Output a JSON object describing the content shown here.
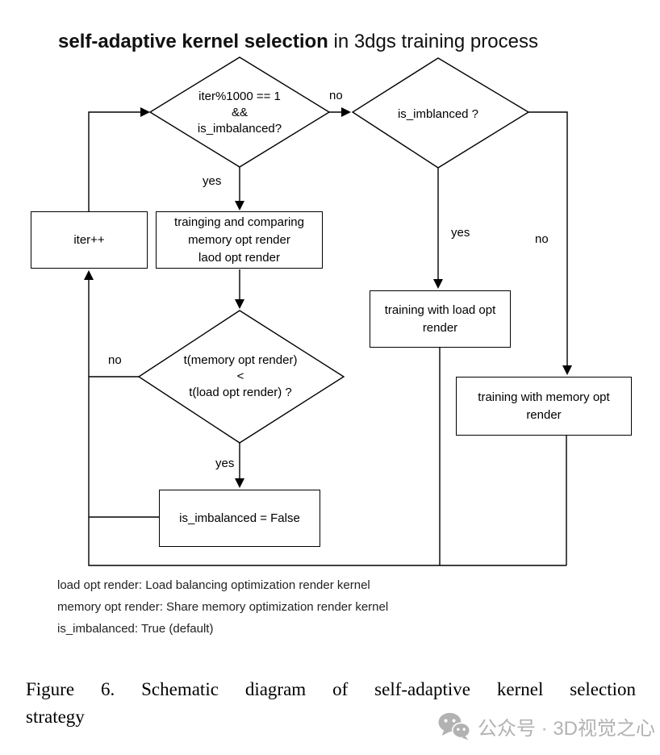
{
  "title": {
    "emphasis": "self-adaptive kernel selection",
    "rest": " in 3dgs training process"
  },
  "nodes": {
    "cond_iter": "iter%1000 == 1\n&&\nis_imbalanced?",
    "cond_imbalanced": "is_imblanced ?",
    "iter_increment": "iter++",
    "train_compare": "trainging and comparing\nmemory opt render\nlaod opt render",
    "cond_time": "t(memory opt render)\n<\nt(load opt render) ?",
    "train_load": "training with load opt\nrender",
    "train_memory": "training with memory opt\nrender",
    "set_false": "is_imbalanced = False"
  },
  "edge_labels": {
    "cond_iter_no": "no",
    "cond_iter_yes": "yes",
    "cond_imbalanced_yes": "yes",
    "cond_imbalanced_no": "no",
    "cond_time_no": "no",
    "cond_time_yes": "yes"
  },
  "legend": [
    "load opt render: Load balancing optimization render kernel",
    "memory opt render: Share memory optimization render kernel",
    "is_imbalanced: True (default)"
  ],
  "caption": {
    "line1": "Figure 6.  Schematic diagram of self-adaptive kernel selection",
    "line2": "strategy"
  },
  "watermark": {
    "icon": "wechat-icon",
    "text": "公众号 · 3D视觉之心"
  },
  "colors": {
    "line": "#000000",
    "text": "#000000",
    "watermark": "#b2b2b2",
    "background": "#ffffff"
  }
}
